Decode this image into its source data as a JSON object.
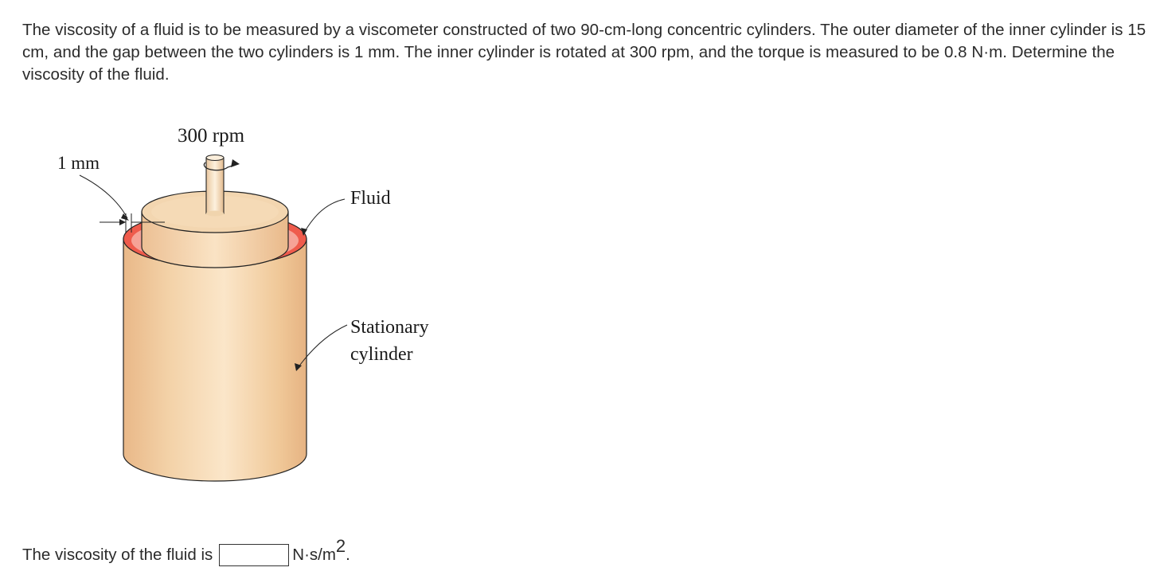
{
  "problem": {
    "text": "The viscosity of a fluid is to be measured by a viscometer constructed of two 90-cm-long concentric cylinders. The outer diameter of the inner cylinder is 15 cm, and the gap between the two cylinders is 1 mm. The inner cylinder is rotated at 300 rpm, and the torque is measured to be 0.8 N·m. Determine the viscosity of the fluid."
  },
  "figure": {
    "rpm_label": "300 rpm",
    "gap_label": "1 mm",
    "fluid_label": "Fluid",
    "stationary_label_line1": "Stationary",
    "stationary_label_line2": "cylinder",
    "colors": {
      "cylinder_body": "#f2cfa0",
      "cylinder_highlight": "#fbe9cf",
      "fluid": "#ef5b4c",
      "fluid_light": "#f7a49a"
    }
  },
  "answer": {
    "prompt": "The viscosity of the fluid is",
    "value": "",
    "unit_base": "N·s/m",
    "unit_exp": "2",
    "unit_suffix": "."
  }
}
